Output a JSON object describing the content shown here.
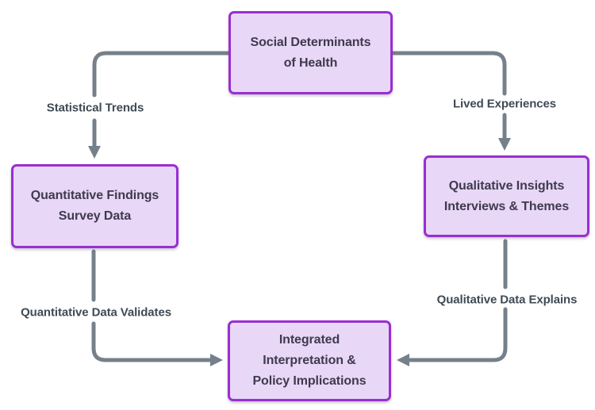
{
  "diagram": {
    "nodes": {
      "top": {
        "text": "Social Determinants\nof Health"
      },
      "left": {
        "text": "Quantitative Findings\nSurvey Data"
      },
      "right": {
        "text": "Qualitative Insights\nInterviews & Themes"
      },
      "bottom": {
        "text": "Integrated\nInterpretation &\nPolicy Implications"
      }
    },
    "edge_labels": {
      "top_left": "Statistical Trends",
      "top_right": "Lived Experiences",
      "bottom_left": "Quantitative Data Validates",
      "bottom_right": "Qualitative Data Explains"
    }
  },
  "colors": {
    "node_fill": "#e8d7f6",
    "node_border": "#9a2ed2",
    "node_text": "#3e3a4f",
    "label_text": "#3f4a54",
    "arrow": "#76808a",
    "background": "#ffffff"
  }
}
